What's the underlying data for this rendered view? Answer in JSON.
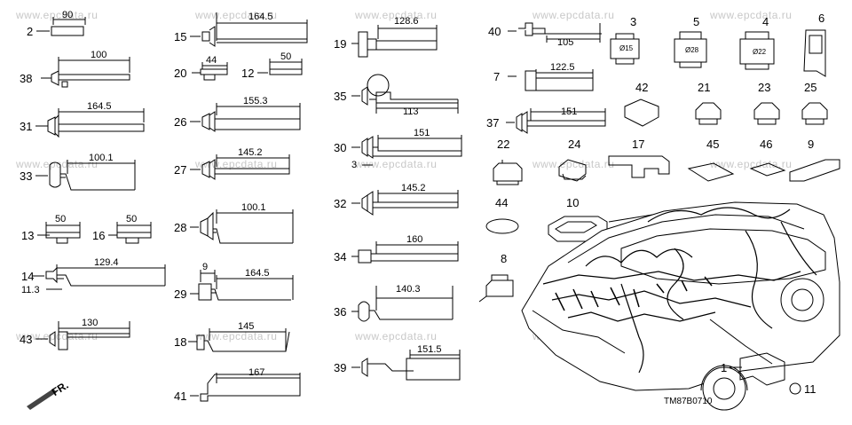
{
  "watermark": "www.epcdata.ru",
  "diagram_code": "TM87B0710",
  "front_label": "FR.",
  "parts": {
    "p2": {
      "num": "2",
      "dim": "90"
    },
    "p38": {
      "num": "38",
      "dim": "100"
    },
    "p31": {
      "num": "31",
      "dim": "164.5"
    },
    "p33": {
      "num": "33",
      "dim": "100.1"
    },
    "p13": {
      "num": "13",
      "dim": "50"
    },
    "p16": {
      "num": "16",
      "dim": "50"
    },
    "p14": {
      "num": "14",
      "dim": "129.4",
      "dim2": "11.3"
    },
    "p43": {
      "num": "43",
      "dim": "130"
    },
    "p15": {
      "num": "15",
      "dim": "164.5"
    },
    "p20": {
      "num": "20",
      "dim": "44"
    },
    "p12": {
      "num": "12",
      "dim": "50"
    },
    "p26": {
      "num": "26",
      "dim": "155.3"
    },
    "p27": {
      "num": "27",
      "dim": "145.2"
    },
    "p28": {
      "num": "28",
      "dim": "100.1"
    },
    "p29": {
      "num": "29",
      "dim": "164.5",
      "dim2": "9"
    },
    "p18": {
      "num": "18",
      "dim": "145"
    },
    "p41": {
      "num": "41",
      "dim": "167"
    },
    "p19": {
      "num": "19",
      "dim": "128.6"
    },
    "p35": {
      "num": "35",
      "dim": "113"
    },
    "p30": {
      "num": "30",
      "dim": "151",
      "dim2": "3"
    },
    "p32": {
      "num": "32",
      "dim": "145.2"
    },
    "p34": {
      "num": "34",
      "dim": "160"
    },
    "p36": {
      "num": "36",
      "dim": "140.3"
    },
    "p39": {
      "num": "39",
      "dim": "151.5"
    },
    "p40": {
      "num": "40",
      "dim": "105"
    },
    "p7": {
      "num": "7",
      "dim": "122.5"
    },
    "p37": {
      "num": "37",
      "dim": "151"
    },
    "p3": {
      "num": "3"
    },
    "p5": {
      "num": "5"
    },
    "p4": {
      "num": "4"
    },
    "p6": {
      "num": "6"
    },
    "p42": {
      "num": "42"
    },
    "p21": {
      "num": "21"
    },
    "p23": {
      "num": "23"
    },
    "p25": {
      "num": "25"
    },
    "p22": {
      "num": "22"
    },
    "p24": {
      "num": "24"
    },
    "p17": {
      "num": "17"
    },
    "p45": {
      "num": "45"
    },
    "p46": {
      "num": "46"
    },
    "p9": {
      "num": "9"
    },
    "p44": {
      "num": "44"
    },
    "p10": {
      "num": "10"
    },
    "p8": {
      "num": "8"
    },
    "p1": {
      "num": "1"
    },
    "p11": {
      "num": "11"
    }
  },
  "clip_codes": {
    "c3": "Ø15",
    "c5": "Ø28",
    "c4": "Ø22"
  }
}
